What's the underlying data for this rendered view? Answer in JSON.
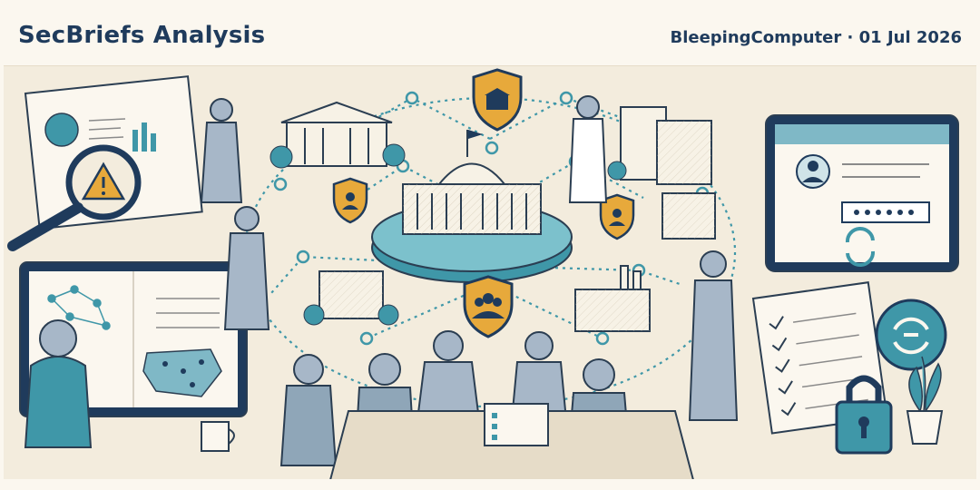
{
  "header": {
    "brand": "SecBriefs Analysis",
    "byline": "BleepingComputer · 01 Jul 2026"
  },
  "illustration": {
    "style": "hand-drawn pencil sketch with teal, navy and amber watercolor accents",
    "colors": {
      "background": "#f3ecdd",
      "ink": "#2b3e52",
      "teal": "#3f97a8",
      "navy": "#1f3b5c",
      "amber": "#e7a93b"
    }
  }
}
